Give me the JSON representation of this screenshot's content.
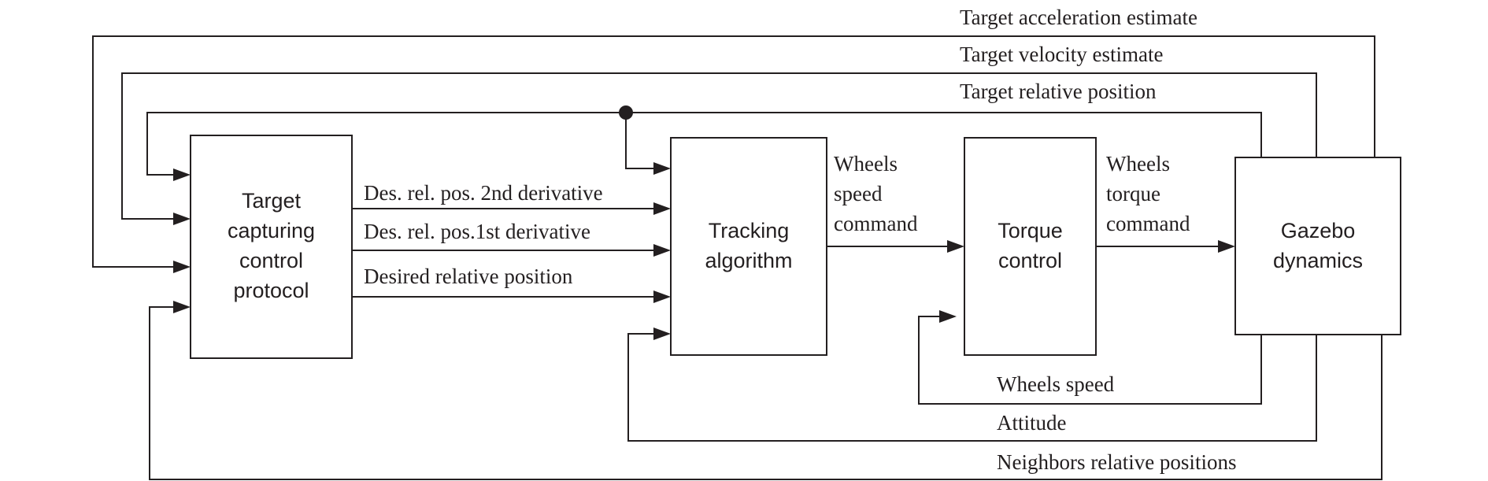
{
  "blocks": {
    "target_capturing": [
      "Target",
      "capturing",
      "control",
      "protocol"
    ],
    "tracking": [
      "Tracking",
      "algorithm"
    ],
    "torque": [
      "Torque",
      "control"
    ],
    "gazebo": [
      "Gazebo",
      "dynamics"
    ]
  },
  "signals": {
    "target_acceleration": "Target acceleration estimate",
    "target_velocity": "Target velocity estimate",
    "target_relative_position": "Target relative position",
    "des_2nd_derivative": "Des. rel. pos. 2nd derivative",
    "des_1st_derivative": "Des. rel. pos.1st derivative",
    "desired_relative_position": "Desired relative position",
    "wheels_speed_command": [
      "Wheels",
      "speed",
      "command"
    ],
    "wheels_torque_command": [
      "Wheels",
      "torque",
      "command"
    ],
    "wheels_speed": "Wheels speed",
    "attitude": "Attitude",
    "neighbors_relative_positions": "Neighbors relative positions"
  }
}
